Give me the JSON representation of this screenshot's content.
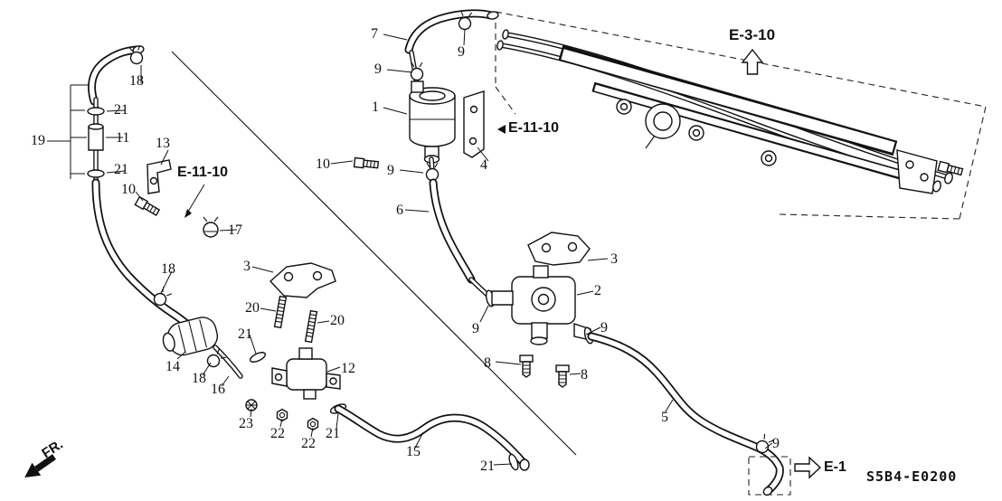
{
  "diagram_code": "S5B4-E0200",
  "refs": {
    "e310": "E-3-10",
    "e1110": "E-11-10",
    "e1": "E-1",
    "fr": "FR."
  },
  "callouts": {
    "1": "1",
    "2": "2",
    "3": "3",
    "4": "4",
    "5": "5",
    "6": "6",
    "7": "7",
    "8": "8",
    "9": "9",
    "10": "10",
    "11": "11",
    "12": "12",
    "13": "13",
    "14": "14",
    "15": "15",
    "16": "16",
    "17": "17",
    "18": "18",
    "19": "19",
    "20": "20",
    "21": "21",
    "22": "22",
    "23": "23"
  }
}
